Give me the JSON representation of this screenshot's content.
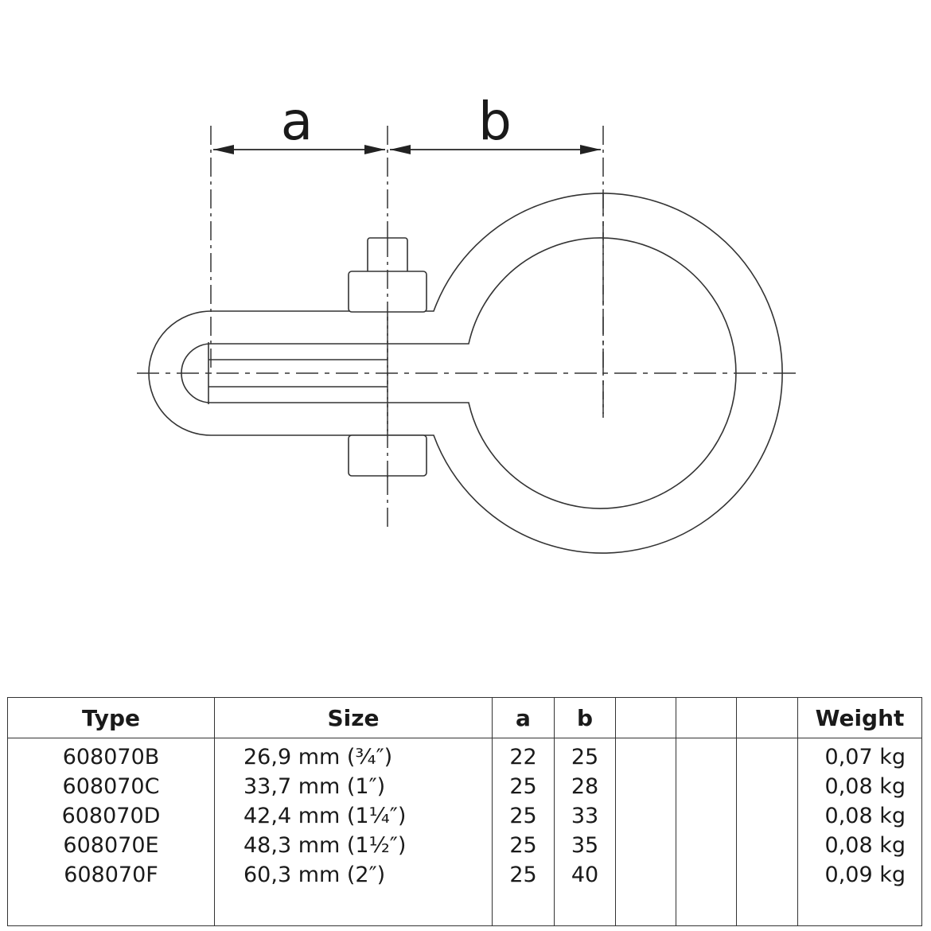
{
  "dimension_labels": {
    "a": "a",
    "b": "b"
  },
  "table": {
    "headers": {
      "type": "Type",
      "size": "Size",
      "a": "a",
      "b": "b",
      "blank1": "",
      "blank2": "",
      "blank3": "",
      "weight": "Weight"
    },
    "rows": [
      {
        "type": "608070B",
        "size": "26,9 mm (¾″)",
        "a": "22",
        "b": "25",
        "weight": "0,07 kg"
      },
      {
        "type": "608070C",
        "size": "33,7 mm (1″)",
        "a": "25",
        "b": "28",
        "weight": "0,08 kg"
      },
      {
        "type": "608070D",
        "size": "42,4 mm (1¼″)",
        "a": "25",
        "b": "33",
        "weight": "0,08 kg"
      },
      {
        "type": "608070E",
        "size": "48,3 mm (1½″)",
        "a": "25",
        "b": "35",
        "weight": "0,08 kg"
      },
      {
        "type": "608070F",
        "size": "60,3 mm (2″)",
        "a": "25",
        "b": "40",
        "weight": "0,09 kg"
      }
    ]
  }
}
